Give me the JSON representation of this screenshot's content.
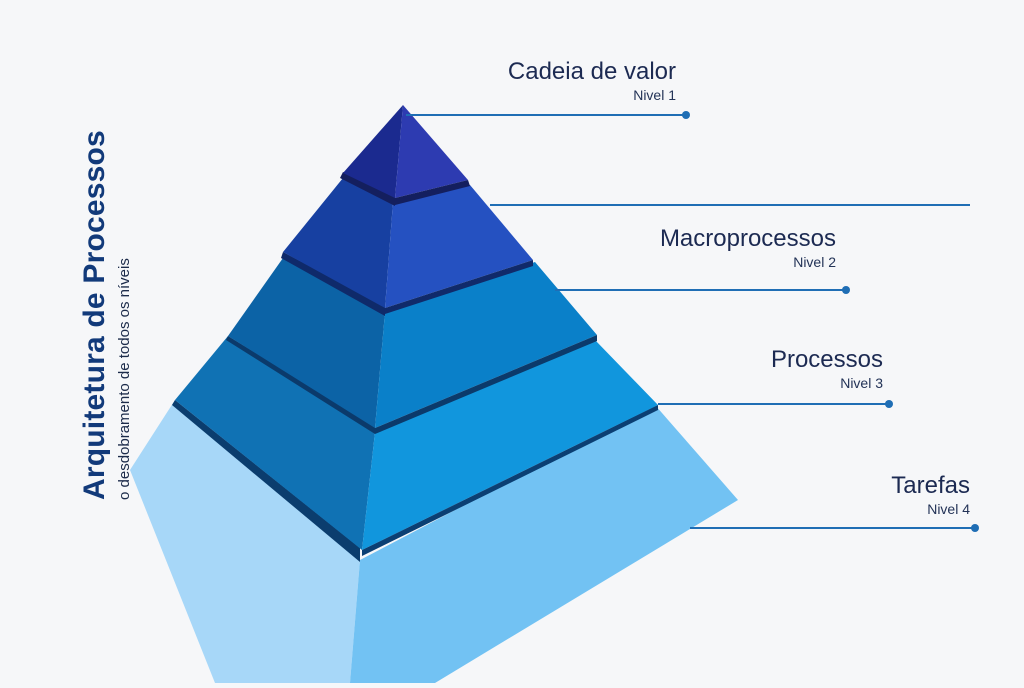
{
  "side_title": {
    "main": "Arquitetura de Processos",
    "sub": "o desdobramento de todos os níveis"
  },
  "levels": [
    {
      "name": "Cadeia de valor",
      "level": "Nivel 1"
    },
    {
      "name": "Macroprocessos",
      "level": "Nivel 2"
    },
    {
      "name": "Processos",
      "level": "Nivel 3"
    },
    {
      "name": "Tarefas",
      "level": "Nivel 4"
    }
  ],
  "colors": {
    "tier1": [
      "#1a2a8f",
      "#2c3ab0"
    ],
    "tier2": [
      "#173fa0",
      "#2450c0"
    ],
    "tier3": [
      "#0d62a5",
      "#0a80c9"
    ],
    "tier4": [
      "#0f71b3",
      "#1195dd"
    ],
    "tier5": [
      "#a6d6f8",
      "#72c2f3"
    ],
    "leader_line": "#1f6eb5",
    "background": "#f6f7f9"
  }
}
